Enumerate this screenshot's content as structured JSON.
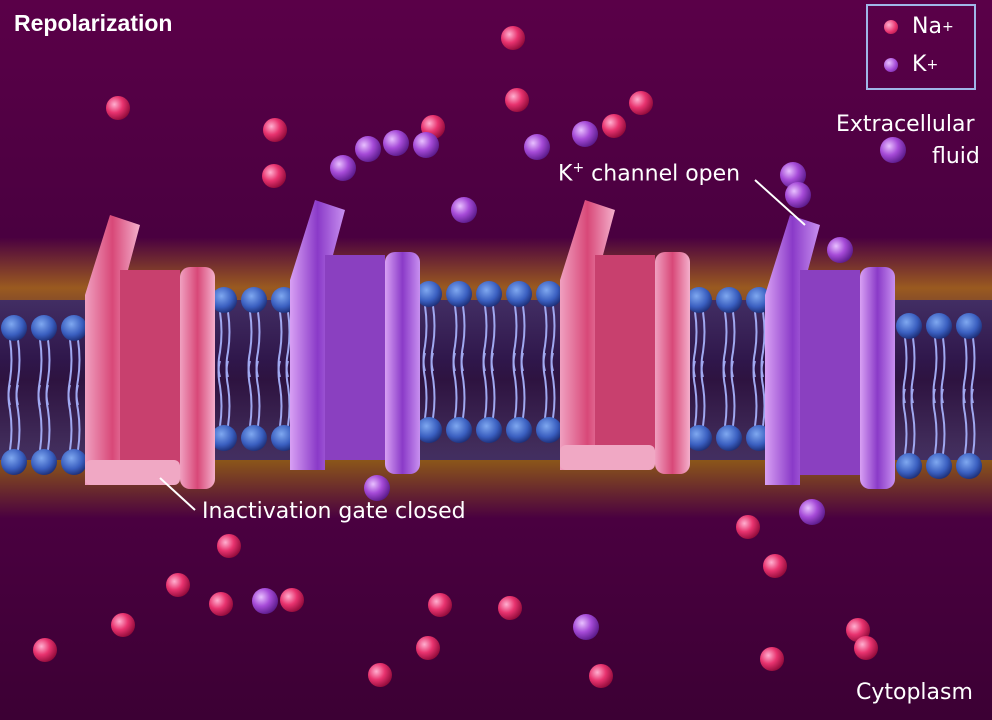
{
  "title": "Repolarization",
  "legend": [
    {
      "symbol": "Na",
      "charge": "+",
      "color": "#e8336f"
    },
    {
      "symbol": "K",
      "charge": "+",
      "color": "#a64bd8"
    }
  ],
  "labels": {
    "extracellular_line1": "Extracellular",
    "extracellular_line2": "fluid",
    "cytoplasm": "Cytoplasm",
    "k_channel_prefix": "K",
    "k_channel_charge": "+",
    "k_channel_suffix": " channel open",
    "inactivation_gate": "Inactivation gate closed"
  },
  "colors": {
    "background": "#4a0040",
    "na_ion": "#e8336f",
    "k_ion": "#a64bd8",
    "na_channel": "#e0668e",
    "k_channel": "#a35ad6",
    "lipid_head": "#3a5fc0",
    "membrane_glow": "#b07020"
  }
}
